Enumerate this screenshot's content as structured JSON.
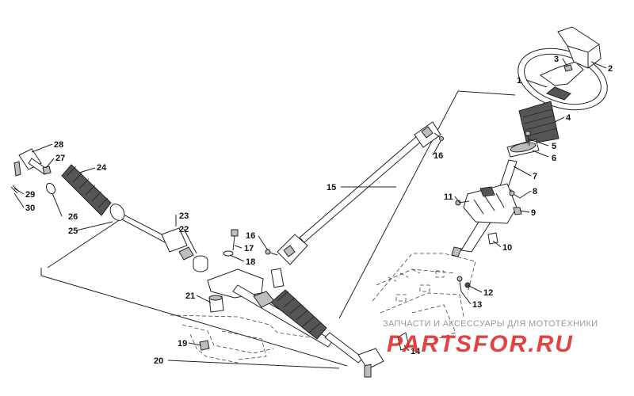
{
  "diagram": {
    "callouts": [
      {
        "id": "c1",
        "label": "1"
      },
      {
        "id": "c2",
        "label": "2"
      },
      {
        "id": "c3",
        "label": "3"
      },
      {
        "id": "c4",
        "label": "4"
      },
      {
        "id": "c5",
        "label": "5"
      },
      {
        "id": "c6",
        "label": "6"
      },
      {
        "id": "c7",
        "label": "7"
      },
      {
        "id": "c8",
        "label": "8"
      },
      {
        "id": "c9",
        "label": "9"
      },
      {
        "id": "c10",
        "label": "10"
      },
      {
        "id": "c11",
        "label": "11"
      },
      {
        "id": "c12",
        "label": "12"
      },
      {
        "id": "c13",
        "label": "13"
      },
      {
        "id": "c14",
        "label": "14"
      },
      {
        "id": "c15",
        "label": "15"
      },
      {
        "id": "c16a",
        "label": "16"
      },
      {
        "id": "c16b",
        "label": "16"
      },
      {
        "id": "c17",
        "label": "17"
      },
      {
        "id": "c18",
        "label": "18"
      },
      {
        "id": "c19",
        "label": "19"
      },
      {
        "id": "c20",
        "label": "20"
      },
      {
        "id": "c21",
        "label": "21"
      },
      {
        "id": "c22",
        "label": "22"
      },
      {
        "id": "c23",
        "label": "23"
      },
      {
        "id": "c24",
        "label": "24"
      },
      {
        "id": "c25",
        "label": "25"
      },
      {
        "id": "c26",
        "label": "26"
      },
      {
        "id": "c27",
        "label": "27"
      },
      {
        "id": "c28",
        "label": "28"
      },
      {
        "id": "c29",
        "label": "29"
      },
      {
        "id": "c30",
        "label": "30"
      }
    ]
  },
  "watermark": {
    "text": "ЗАПЧАСТИ И АКСЕССУАРЫ ДЛЯ МОТОТЕХНИКИ",
    "logo_text": "PARTSFOR.RU",
    "logo_color": "#e02020"
  }
}
